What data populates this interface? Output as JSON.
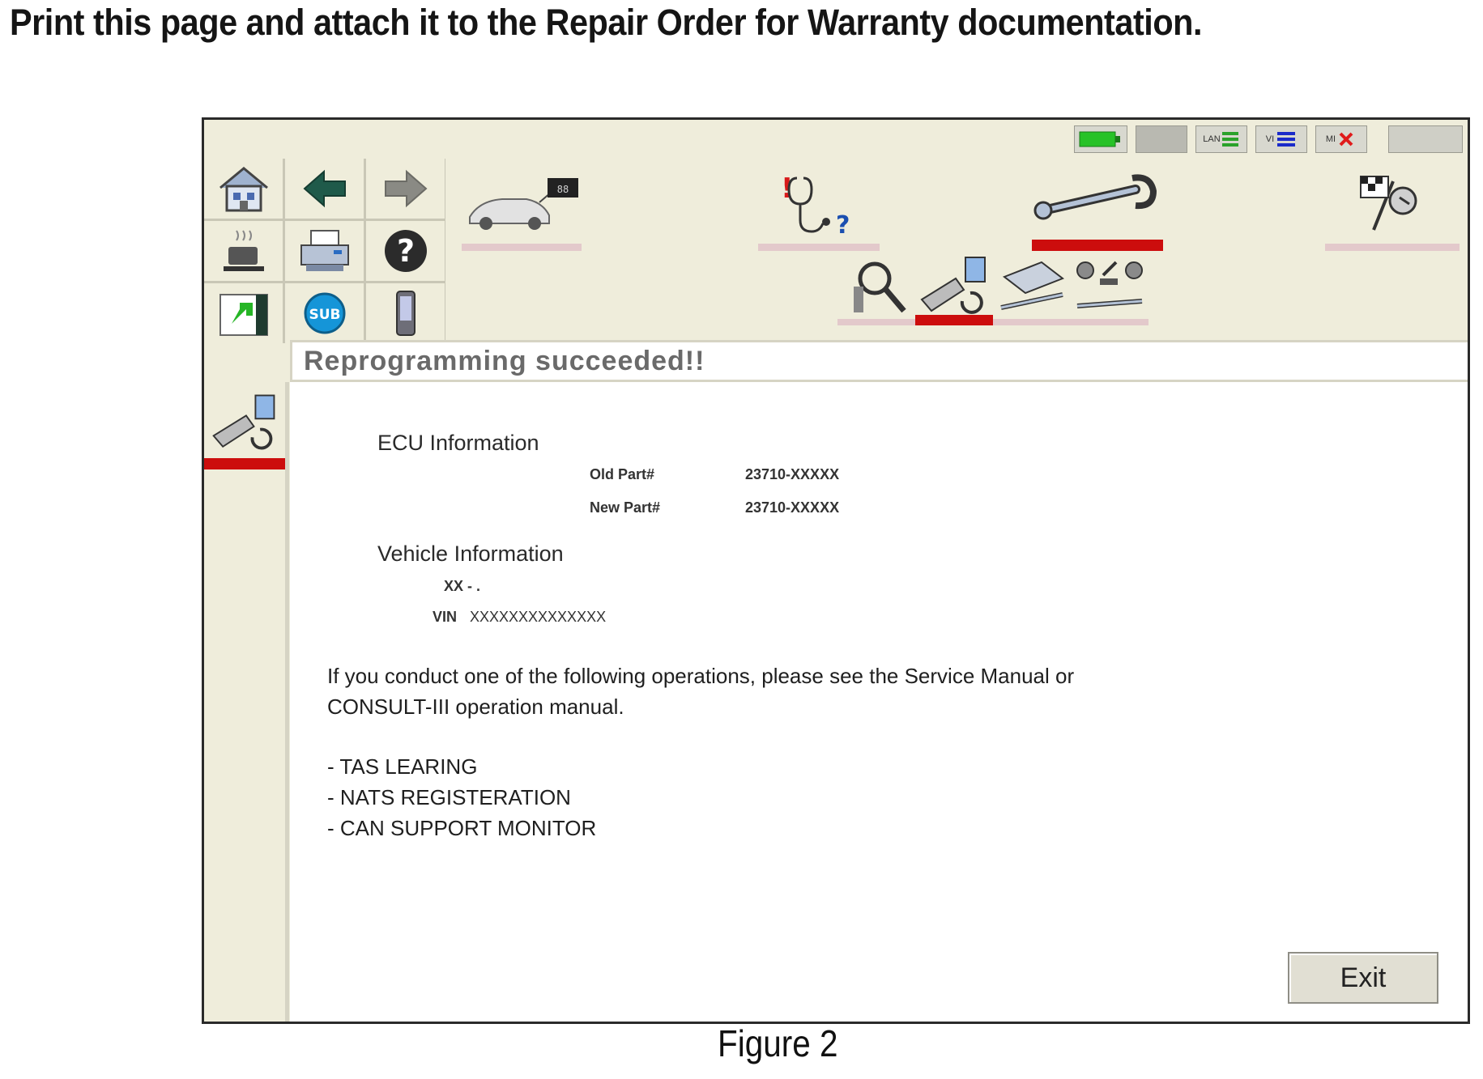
{
  "instruction": "Print this page and attach it to the Repair Order for Warranty documentation.",
  "status_indicators": [
    "LAN",
    "VI",
    "MI"
  ],
  "title": "Reprogramming succeeded!!",
  "ecu": {
    "heading": "ECU Information",
    "old_part_label": "Old Part#",
    "old_part_value": "23710-XXXXX",
    "new_part_label": "New Part#",
    "new_part_value": "23710-XXXXX"
  },
  "vehicle": {
    "heading": "Vehicle Information",
    "model": "XX - .",
    "vin_label": "VIN",
    "vin_value": "XXXXXXXXXXXXXX"
  },
  "notice": {
    "line1": "If you conduct one of  the following operations, please see the Service Manual or",
    "line2": "CONSULT-III operation manual.",
    "items": [
      "- TAS LEARING",
      "- NATS REGISTERATION",
      "- CAN SUPPORT MONITOR"
    ]
  },
  "exit_label": "Exit",
  "caption": "Figure 2",
  "icons": {
    "toolbar": [
      "home-icon",
      "back-arrow-icon",
      "forward-arrow-icon",
      "coffee-icon",
      "printer-icon",
      "help-icon",
      "screen-capture-icon",
      "sub-icon",
      "phone-icon"
    ],
    "function_tabs": [
      "vehicle-connect-icon",
      "diagnosis-icon",
      "work-support-icon",
      "racing-flag-icon"
    ],
    "sub_tabs": [
      "data-monitor-icon",
      "reprogramming-icon",
      "ecu-tools-icon",
      "parts-settings-icon"
    ]
  },
  "colors": {
    "active_tab": "#cc0d0d",
    "window_bg": "#efeddb",
    "title_text": "#6a6a6a"
  }
}
